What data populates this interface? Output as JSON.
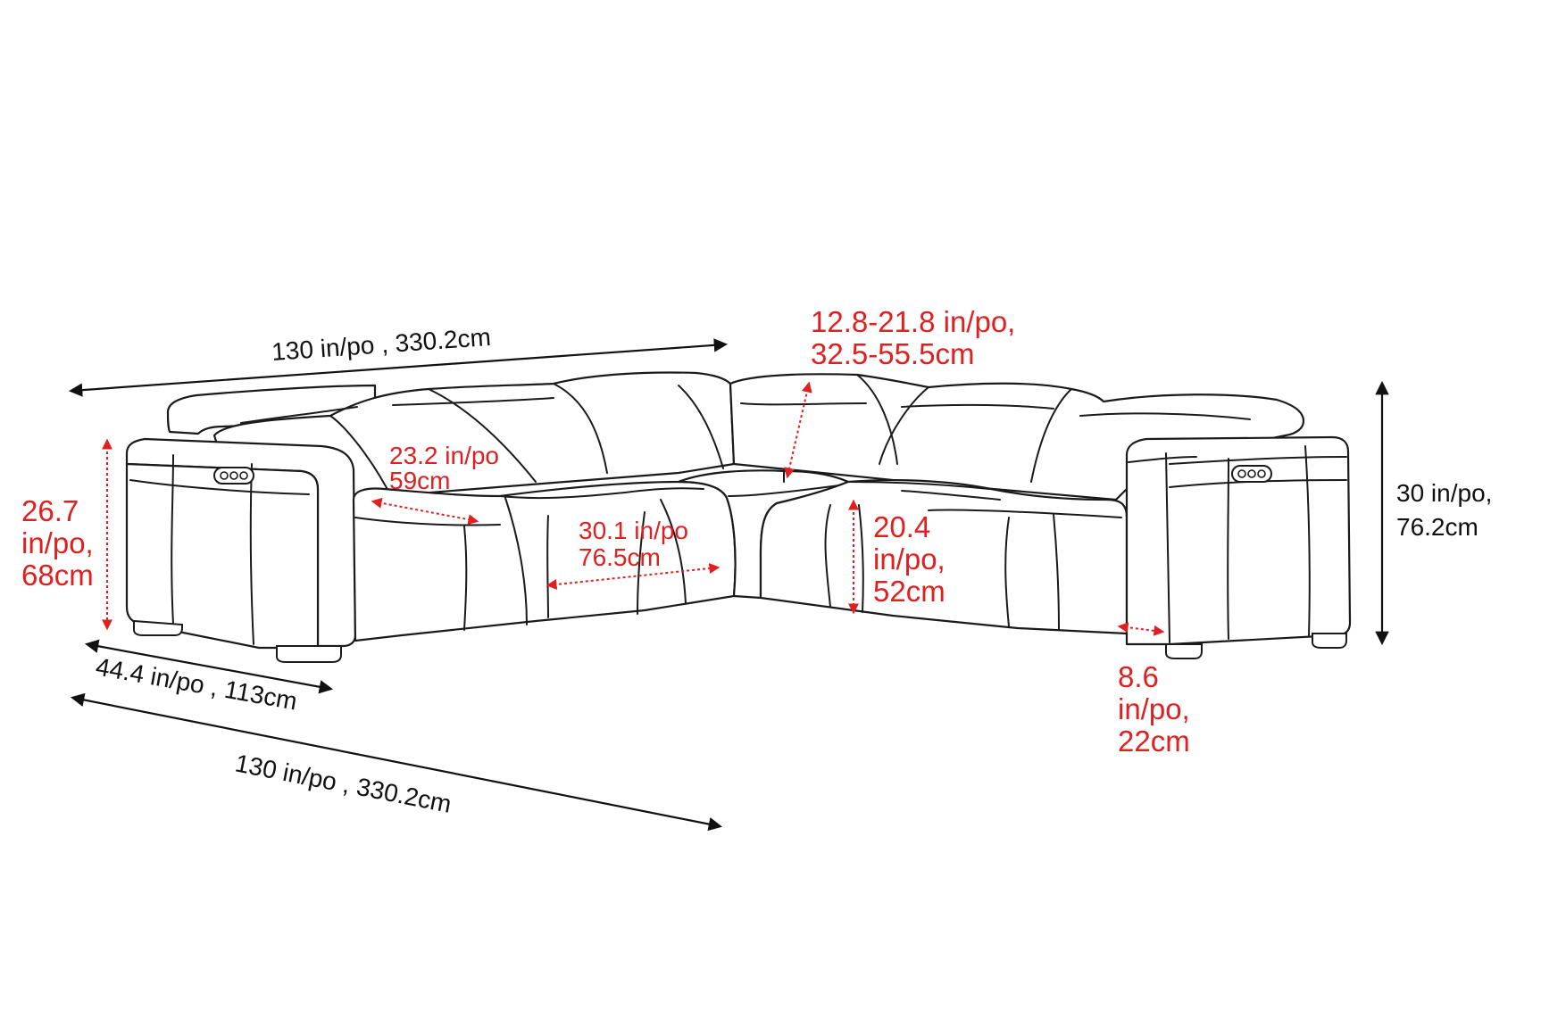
{
  "dimensions": {
    "back_width": "130 in/po , 330.2cm",
    "side_width": "130 in/po , 330.2cm",
    "depth": "44.4 in/po , 113cm",
    "overall_height": {
      "line1": "30 in/po,",
      "line2": "76.2cm"
    },
    "arm_height": {
      "line1": "26.7",
      "line2": "in/po,",
      "line3": "68cm"
    },
    "headrest_adjust": {
      "line1": "12.8-21.8 in/po,",
      "line2": "32.5-55.5cm"
    },
    "seat_depth": {
      "line1": "23.2 in/po",
      "line2": "59cm"
    },
    "seat_width": {
      "line1": "30.1 in/po",
      "line2": "76.5cm"
    },
    "seat_height": {
      "line1": "20.4",
      "line2": "in/po,",
      "line3": "52cm"
    },
    "arm_width": {
      "line1": "8.6",
      "line2": "in/po,",
      "line3": "22cm"
    }
  },
  "colors": {
    "outline": "#1a1a1a",
    "annotation_red": "#e02020",
    "annotation_black": "#111111"
  }
}
